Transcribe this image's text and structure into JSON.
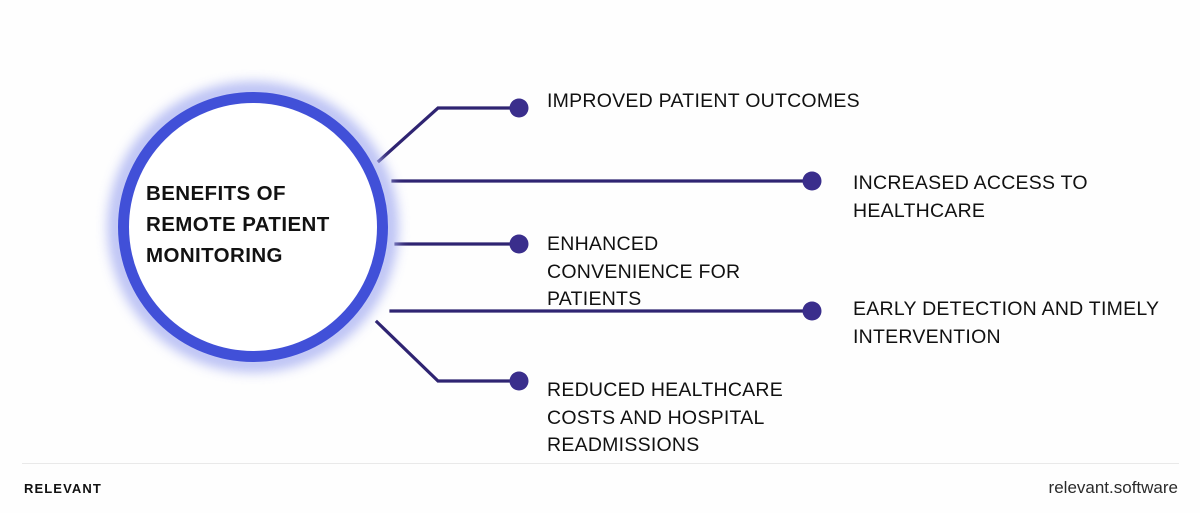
{
  "background_color": "#fefefe",
  "colors": {
    "ring": "#4150d8",
    "ring_glow": "#aab2f2",
    "connector_line": "#2f2472",
    "connector_dot": "#3a2e8c",
    "text": "#111111"
  },
  "hub": {
    "title": "BENEFITS OF REMOTE PATIENT MONITORING"
  },
  "benefits": [
    {
      "id": 1,
      "label": "IMPROVED PATIENT OUTCOMES"
    },
    {
      "id": 2,
      "label": "INCREASED ACCESS TO HEALTHCARE"
    },
    {
      "id": 3,
      "label": "ENHANCED CONVENIENCE FOR PATIENTS"
    },
    {
      "id": 4,
      "label": "EARLY DETECTION AND TIMELY INTERVENTION"
    },
    {
      "id": 5,
      "label": "REDUCED HEALTHCARE COSTS AND HOSPITAL READMISSIONS"
    }
  ],
  "footer": {
    "brand": "RELEVANT",
    "site": "relevant.software"
  }
}
